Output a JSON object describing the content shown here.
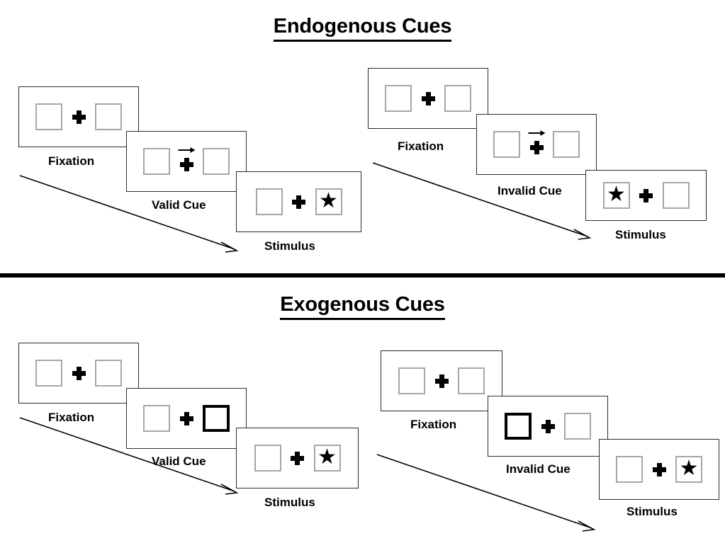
{
  "figure": {
    "title_endogenous": "Endogenous Cues",
    "title_exogenous": "Exogenous Cues"
  },
  "labels": {
    "fixation": "Fixation",
    "valid_cue": "Valid Cue",
    "invalid_cue": "Invalid Cue",
    "stimulus": "Stimulus"
  },
  "glyphs": {
    "star": "★"
  },
  "colors": {
    "box_outline": "#a6a6a6",
    "box_outline_cued": "#000000",
    "panel_outline": "#2b2b2b",
    "text": "#000000",
    "divider": "#000000",
    "background": "#ffffff"
  },
  "sections": [
    {
      "id": "endogenous",
      "title": "Endogenous Cues",
      "sequences": [
        {
          "id": "endogenous-valid",
          "cue_type": "valid",
          "frames": [
            {
              "caption": "Fixation",
              "left_box": "empty",
              "right_box": "empty",
              "center": "plus"
            },
            {
              "caption": "Valid Cue",
              "left_box": "empty",
              "right_box": "empty",
              "center": "plus-with-right-arrow"
            },
            {
              "caption": "Stimulus",
              "left_box": "empty",
              "right_box": "star",
              "center": "plus"
            }
          ]
        },
        {
          "id": "endogenous-invalid",
          "cue_type": "invalid",
          "frames": [
            {
              "caption": "Fixation",
              "left_box": "empty",
              "right_box": "empty",
              "center": "plus"
            },
            {
              "caption": "Invalid Cue",
              "left_box": "empty",
              "right_box": "empty",
              "center": "plus-with-right-arrow"
            },
            {
              "caption": "Stimulus",
              "left_box": "star",
              "right_box": "empty",
              "center": "plus"
            }
          ]
        }
      ]
    },
    {
      "id": "exogenous",
      "title": "Exogenous Cues",
      "sequences": [
        {
          "id": "exogenous-valid",
          "cue_type": "valid",
          "frames": [
            {
              "caption": "Fixation",
              "left_box": "empty",
              "right_box": "empty",
              "center": "plus"
            },
            {
              "caption": "Valid Cue",
              "left_box": "empty",
              "right_box": "cued-thick",
              "center": "plus"
            },
            {
              "caption": "Stimulus",
              "left_box": "empty",
              "right_box": "star",
              "center": "plus"
            }
          ]
        },
        {
          "id": "exogenous-invalid",
          "cue_type": "invalid",
          "frames": [
            {
              "caption": "Fixation",
              "left_box": "empty",
              "right_box": "empty",
              "center": "plus"
            },
            {
              "caption": "Invalid Cue",
              "left_box": "cued-thick",
              "right_box": "empty",
              "center": "plus"
            },
            {
              "caption": "Stimulus",
              "left_box": "empty",
              "right_box": "star",
              "center": "plus"
            }
          ]
        }
      ]
    }
  ]
}
